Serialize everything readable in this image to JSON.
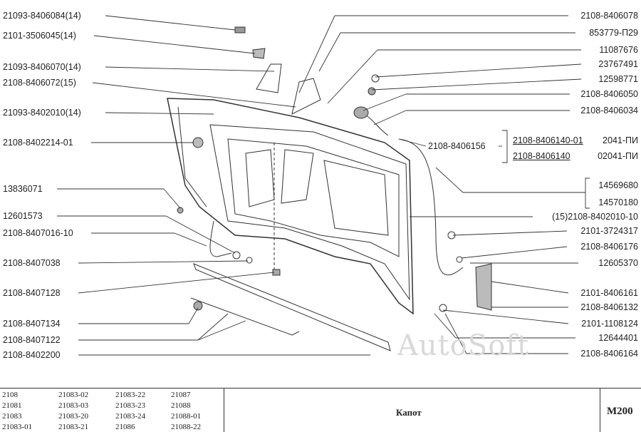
{
  "left_labels": [
    "21093-8406084(14)",
    "2101-3506045(14)",
    "21093-8406070(14)",
    "2108-8406072(15)",
    "21093-8402010(14)",
    "2108-8402214-01",
    "13836071",
    "12601573",
    "2108-8407016-10",
    "2108-8407038",
    "2108-8407128",
    "2108-8407134",
    "2108-8407122",
    "2108-8402200"
  ],
  "right_labels": [
    "2108-8406078",
    "853779-П29",
    "11087676",
    "23767491",
    "12598771",
    "2108-8406050",
    "2108-8406034",
    "2108-8406156",
    "(15)2108-8402010-10",
    "2101-3724317",
    "2108-8406176",
    "12605370",
    "2101-8406161",
    "2108-8406132",
    "2101-1108124",
    "12644401",
    "2108-8406164"
  ],
  "variants": [
    {
      "part": "2108-8406140-01",
      "code": "2041-ПИ"
    },
    {
      "part": "2108-8406140",
      "code": "02041-ПИ"
    }
  ],
  "clip_group": [
    "14569680",
    "14570180"
  ],
  "watermark": "AutoSoft",
  "footer": {
    "models": [
      "2108",
      "21083-02",
      "21083-22",
      "21087",
      "21081",
      "21083-03",
      "21083-23",
      "21088",
      "21083",
      "21083-20",
      "21083-24",
      "21088-01",
      "21083-01",
      "21083-21",
      "21086",
      "21088-22"
    ],
    "title": "Капот",
    "code": "M200"
  }
}
